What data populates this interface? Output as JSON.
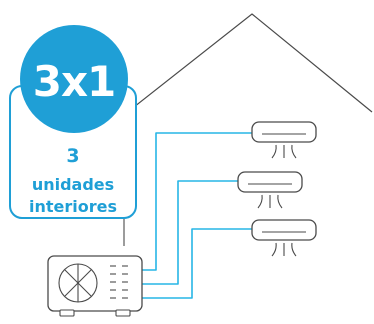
{
  "badge": {
    "label": "3x1"
  },
  "caption": {
    "count": "3",
    "line1": "unidades",
    "line2": "interiores"
  },
  "colors": {
    "accent": "#1f9fd6",
    "pipe": "#27b6e6",
    "outline": "#4a4a4a",
    "background": "#ffffff"
  },
  "icons": {
    "outdoor_unit": "outdoor-condenser-icon",
    "indoor_unit": "split-ac-unit-icon",
    "airflow": "airflow-lines-icon",
    "house": "house-roof-outline"
  }
}
